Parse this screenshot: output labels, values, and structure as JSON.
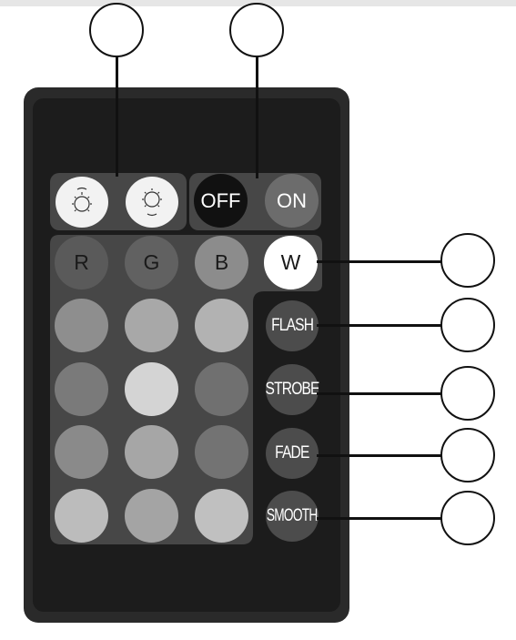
{
  "remote": {
    "brightness_buttons": [
      {
        "icon": "brightness-up-icon"
      },
      {
        "icon": "brightness-down-icon"
      }
    ],
    "power": {
      "off_label": "OFF",
      "on_label": "ON"
    },
    "channels": [
      "R",
      "G",
      "B",
      "W"
    ],
    "effects": [
      "FLASH",
      "STROBE",
      "FADE",
      "SMOOTH"
    ],
    "color_grid": [
      [
        "#8e8e8e",
        "#a8a8a8",
        "#b2b2b2"
      ],
      [
        "#7a7a7a",
        "#d4d4d4",
        "#707070"
      ],
      [
        "#8a8a8a",
        "#a6a6a6",
        "#737373"
      ],
      [
        "#bcbcbc",
        "#a4a4a4",
        "#c0c0c0"
      ]
    ]
  },
  "colors": {
    "body": "#2a2a2a",
    "panel": "#474747",
    "off_button": "#111111",
    "on_button": "#6c6c6c",
    "white_button": "#ffffff"
  }
}
